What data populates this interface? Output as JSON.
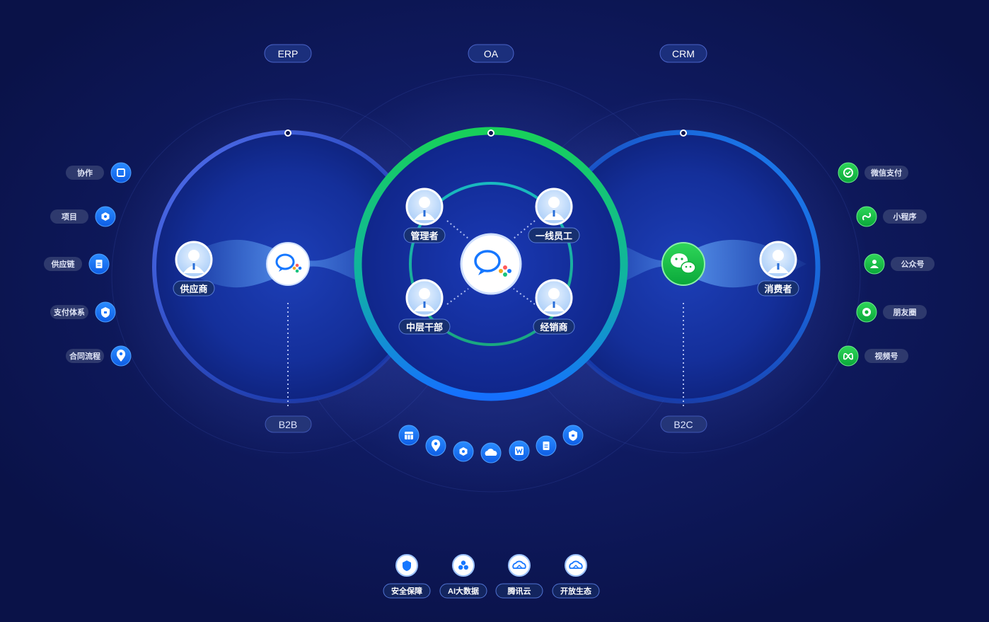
{
  "systems": {
    "erp": "ERP",
    "oa": "OA",
    "crm": "CRM"
  },
  "modes": {
    "b2b": "B2B",
    "b2c": "B2C"
  },
  "hub": {
    "manager": "管理者",
    "frontline": "一线员工",
    "middle": "中层干部",
    "dealer": "经销商"
  },
  "left_node": {
    "label": "供应商"
  },
  "right_node": {
    "label": "消费者"
  },
  "left_list": [
    {
      "label": "协作",
      "icon": "collab-icon"
    },
    {
      "label": "项目",
      "icon": "project-icon"
    },
    {
      "label": "供应链",
      "icon": "supply-chain-icon"
    },
    {
      "label": "支付体系",
      "icon": "payment-system-icon"
    },
    {
      "label": "合同流程",
      "icon": "contract-flow-icon"
    }
  ],
  "right_list": [
    {
      "label": "微信支付",
      "icon": "wechat-pay-icon"
    },
    {
      "label": "小程序",
      "icon": "mini-program-icon"
    },
    {
      "label": "公众号",
      "icon": "official-account-icon"
    },
    {
      "label": "朋友圈",
      "icon": "moments-icon"
    },
    {
      "label": "视频号",
      "icon": "channels-icon"
    }
  ],
  "bottom_arc_icons": [
    "calendar-icon",
    "location-icon",
    "project-icon",
    "cloud-icon",
    "doc-w-icon",
    "file-icon",
    "shield-icon"
  ],
  "foundation": [
    {
      "label": "安全保障",
      "icon": "security-shield-icon"
    },
    {
      "label": "AI大数据",
      "icon": "ai-data-icon"
    },
    {
      "label": "腾讯云",
      "icon": "tencent-cloud-icon"
    },
    {
      "label": "开放生态",
      "icon": "open-ecosystem-icon"
    }
  ],
  "colors": {
    "background": "#0b1450",
    "accent_blue": "#1677ff",
    "accent_green": "#10c43a",
    "ring_green": "#16c95a",
    "pill_bg": "#1a2e78"
  }
}
